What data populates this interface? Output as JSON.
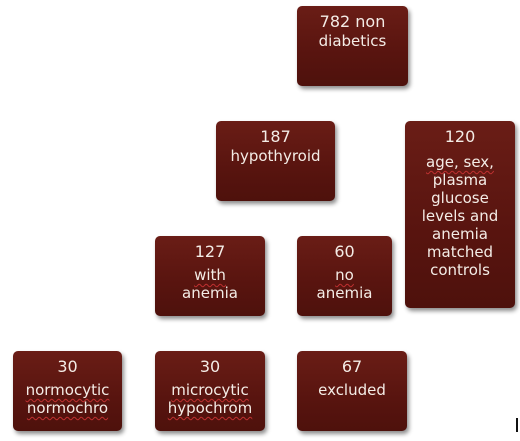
{
  "nodes": {
    "root": {
      "number": "782 non",
      "lines": [
        "diabetics"
      ]
    },
    "hypothyroid": {
      "number": "187",
      "lines": [
        "hypothyroid"
      ]
    },
    "controls": {
      "number": "120",
      "lines": [
        "age, sex,",
        "plasma",
        "glucose",
        "levels and",
        "anemia",
        "matched",
        "controls"
      ]
    },
    "with_anemia": {
      "number": "127",
      "lines": [
        "with",
        "anemia"
      ]
    },
    "no_anemia": {
      "number": "60",
      "lines": [
        "no",
        "anemia"
      ]
    },
    "normocytic": {
      "number": "30",
      "lines": [
        "normocytic",
        "normochro"
      ]
    },
    "microcytic": {
      "number": "30",
      "lines": [
        "microcytic",
        "hypochrom"
      ]
    },
    "excluded": {
      "number": "67",
      "lines": [
        "excluded"
      ]
    }
  },
  "colors": {
    "box_fill": "#5a1510",
    "box_text": "#f4ece6",
    "background": "#ffffff"
  }
}
